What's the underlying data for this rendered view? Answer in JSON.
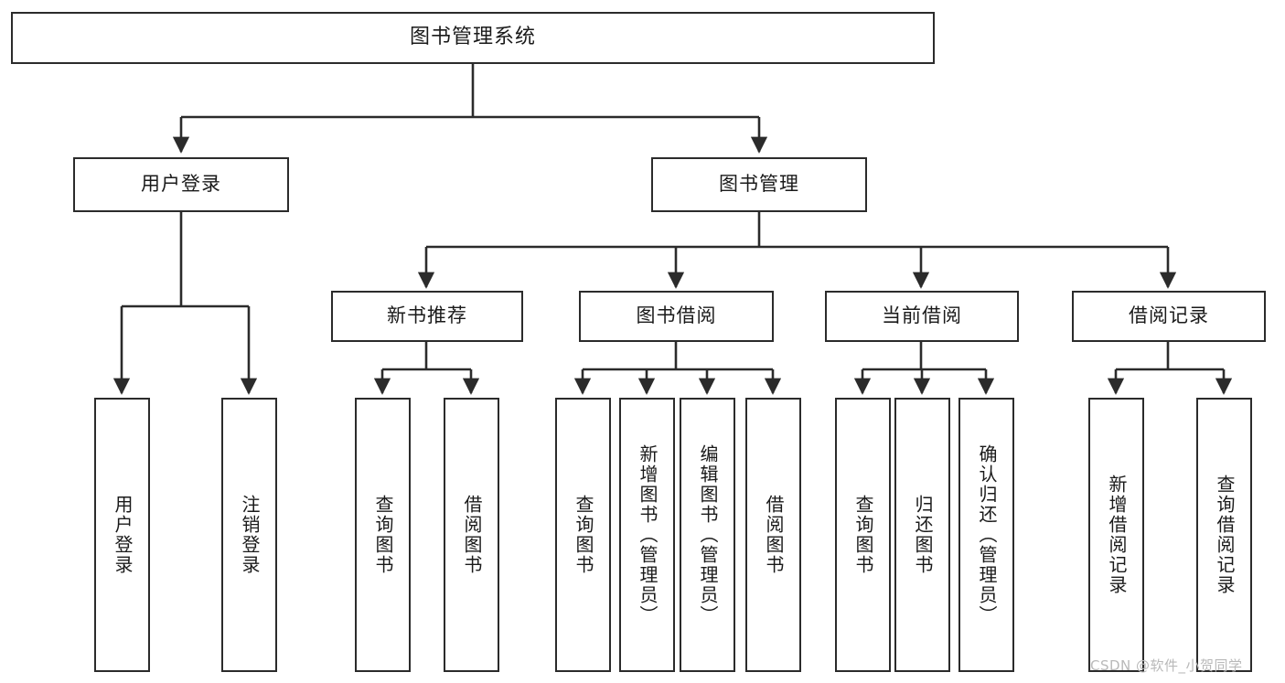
{
  "diagram": {
    "title": "图书管理系统",
    "type": "tree-hierarchy-diagram",
    "colors": {
      "box_border": "#2b2b2b",
      "box_fill": "#ffffff",
      "connector": "#2b2b2b",
      "background": "#ffffff",
      "watermark": "#b9b9b9"
    }
  },
  "nodes": {
    "root": {
      "label": "图书管理系统",
      "level": 1
    },
    "level2": [
      {
        "id": "user-login",
        "label": "用户登录"
      },
      {
        "id": "book-management",
        "label": "图书管理"
      }
    ],
    "level3": [
      {
        "id": "new-book-recommend",
        "label": "新书推荐"
      },
      {
        "id": "book-borrow",
        "label": "图书借阅"
      },
      {
        "id": "current-borrow",
        "label": "当前借阅"
      },
      {
        "id": "borrow-record",
        "label": "借阅记录"
      }
    ],
    "leaves": {
      "user_login": [
        {
          "id": "leaf-user-login",
          "label": "用户登录"
        },
        {
          "id": "leaf-logout",
          "label": "注销登录"
        }
      ],
      "new_book_recommend": [
        {
          "id": "leaf-query-book-1",
          "label": "查询图书"
        },
        {
          "id": "leaf-borrow-book-1",
          "label": "借阅图书"
        }
      ],
      "book_borrow": [
        {
          "id": "leaf-query-book-2",
          "label": "查询图书"
        },
        {
          "id": "leaf-add-book",
          "label": "新增图书（管理员）"
        },
        {
          "id": "leaf-edit-book",
          "label": "编辑图书（管理员）"
        },
        {
          "id": "leaf-borrow-book-2",
          "label": "借阅图书"
        }
      ],
      "current_borrow": [
        {
          "id": "leaf-query-book-3",
          "label": "查询图书"
        },
        {
          "id": "leaf-return-book",
          "label": "归还图书"
        },
        {
          "id": "leaf-confirm-return",
          "label": "确认归还（管理员）"
        }
      ],
      "borrow_record": [
        {
          "id": "leaf-add-record",
          "label": "新增借阅记录"
        },
        {
          "id": "leaf-query-record",
          "label": "查询借阅记录"
        }
      ]
    }
  },
  "watermark": {
    "text": "CSDN @软件_小贺同学"
  }
}
